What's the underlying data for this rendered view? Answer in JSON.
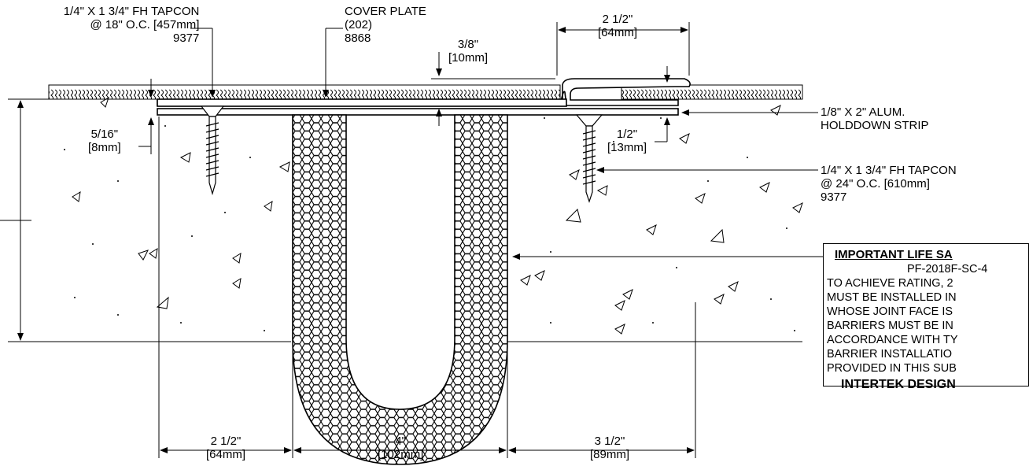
{
  "labels": {
    "tapcon_left": [
      "1/4\" X 1 3/4\" FH TAPCON",
      "@ 18\" O.C. [457mm]",
      "9377"
    ],
    "cover_plate": [
      "COVER PLATE",
      "(202)",
      "8868"
    ],
    "dim_38": [
      "3/8\"",
      "[10mm]"
    ],
    "dim_212_top": [
      "2 1/2\"",
      "[64mm]"
    ],
    "holddown": [
      "1/8\" X 2\" ALUM.",
      "HOLDDOWN STRIP"
    ],
    "dim_516": [
      "5/16\"",
      "[8mm]"
    ],
    "dim_12": [
      "1/2\"",
      "[13mm]"
    ],
    "tapcon_right": [
      "1/4\" X 1 3/4\" FH TAPCON",
      "@ 24\" O.C. [610mm]",
      "9377"
    ],
    "dim_212_bottom": [
      "2 1/2\"",
      "[64mm]"
    ],
    "dim_4": [
      "4\"",
      "[102mm]"
    ],
    "dim_312": [
      "3 1/2\"",
      "[89mm]"
    ]
  },
  "note": {
    "title": "IMPORTANT LIFE SA",
    "lines": [
      "PF-2018F-SC-4",
      "TO ACHIEVE RATING, 2",
      "MUST BE INSTALLED IN",
      "WHOSE JOINT FACE IS",
      "BARRIERS MUST BE IN",
      "ACCORDANCE WITH TY",
      "BARRIER INSTALLATIO",
      "PROVIDED IN THIS SUB"
    ],
    "footer": "INTERTEK DESIGN"
  }
}
